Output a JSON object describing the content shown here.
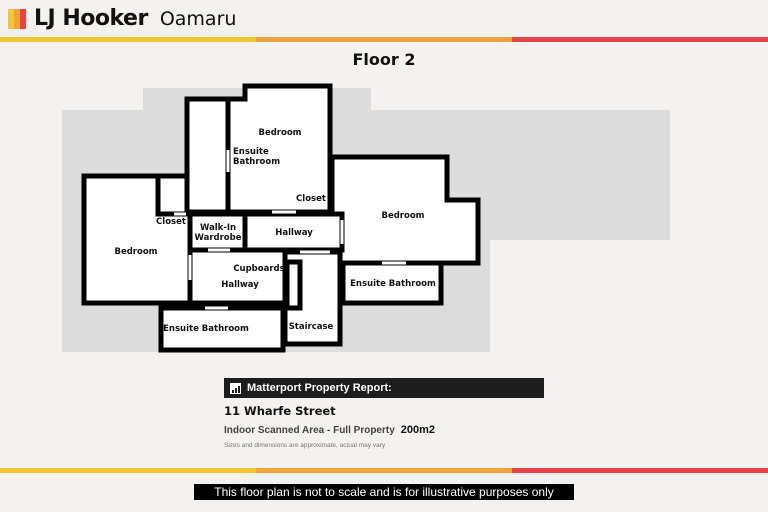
{
  "header": {
    "brand": "LJ Hooker",
    "office": "Oamaru",
    "logo_colors": [
      "#f6c531",
      "#f0a23c",
      "#e6434b"
    ]
  },
  "stripe_colors": [
    "#f6c531",
    "#f0a23c",
    "#e6434b"
  ],
  "floor_title": "Floor 2",
  "rooms": {
    "bedroom_top": "Bedroom",
    "ensuite_top_1": "Ensuite",
    "ensuite_top_2": "Bathroom",
    "closet_top": "Closet",
    "bedroom_right": "Bedroom",
    "closet_left": "Closet",
    "walkin_1": "Walk-In",
    "walkin_2": "Wardrobe",
    "hallway_top": "Hallway",
    "bedroom_left": "Bedroom",
    "cupboards": "Cupboards",
    "hallway_lower": "Hallway",
    "ensuite_right": "Ensuite Bathroom",
    "staircase": "Staircase",
    "ensuite_bottom": "Ensuite Bathroom"
  },
  "report": {
    "bar_label": "Matterport Property Report:",
    "icon": "building-chart-icon",
    "address": "11 Wharfe Street",
    "area_label": "Indoor Scanned Area - Full Property",
    "area_value": "200m2",
    "note": "Sizes and dimensions are approximate, actual may vary"
  },
  "disclaimer": "This floor plan is not to scale and is for illustrative purposes only"
}
